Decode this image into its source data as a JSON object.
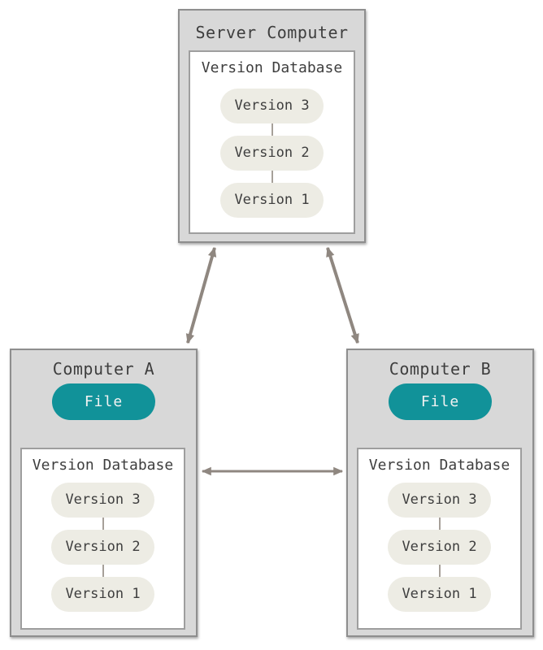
{
  "server": {
    "title": "Server Computer",
    "database": {
      "title": "Version Database",
      "versions": [
        "Version 3",
        "Version 2",
        "Version 1"
      ]
    }
  },
  "computer_a": {
    "title": "Computer A",
    "file_label": "File",
    "database": {
      "title": "Version Database",
      "versions": [
        "Version 3",
        "Version 2",
        "Version 1"
      ]
    }
  },
  "computer_b": {
    "title": "Computer B",
    "file_label": "File",
    "database": {
      "title": "Version Database",
      "versions": [
        "Version 3",
        "Version 2",
        "Version 1"
      ]
    }
  },
  "colors": {
    "accent_teal": "#119299",
    "machine_fill": "#d8d8d8",
    "machine_border": "#8e8e8e",
    "pill_fill": "#edece4",
    "arrow": "#8f8780",
    "text": "#3e3e3e"
  }
}
